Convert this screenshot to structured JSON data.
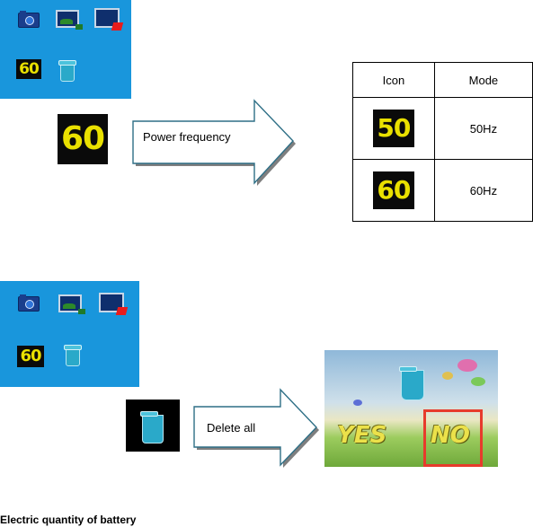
{
  "section1": {
    "menu_icons": [
      "camera-icon",
      "photo-icon",
      "slideshow-icon",
      "frequency-60-icon",
      "trash-icon"
    ],
    "menu_badge": "60",
    "selected_badge": "60",
    "arrow_label": "Power frequency",
    "table": {
      "headers": [
        "Icon",
        "Mode"
      ],
      "rows": [
        {
          "icon_label": "50",
          "mode": "50Hz"
        },
        {
          "icon_label": "60",
          "mode": "60Hz"
        }
      ]
    }
  },
  "section2": {
    "menu_icons": [
      "camera-icon",
      "photo-icon",
      "slideshow-icon",
      "frequency-60-icon",
      "trash-icon"
    ],
    "menu_badge": "60",
    "selected_icon": "trash-icon",
    "arrow_label": "Delete all",
    "dialog": {
      "yes": "YES",
      "no": "NO",
      "highlight_color": "#e73b2c"
    }
  },
  "footer": {
    "heading": "Electric quantity of battery"
  },
  "colors": {
    "panel_blue": "#1996dc",
    "badge_yellow": "#e9e000",
    "badge_bg": "#0a0a0a"
  }
}
